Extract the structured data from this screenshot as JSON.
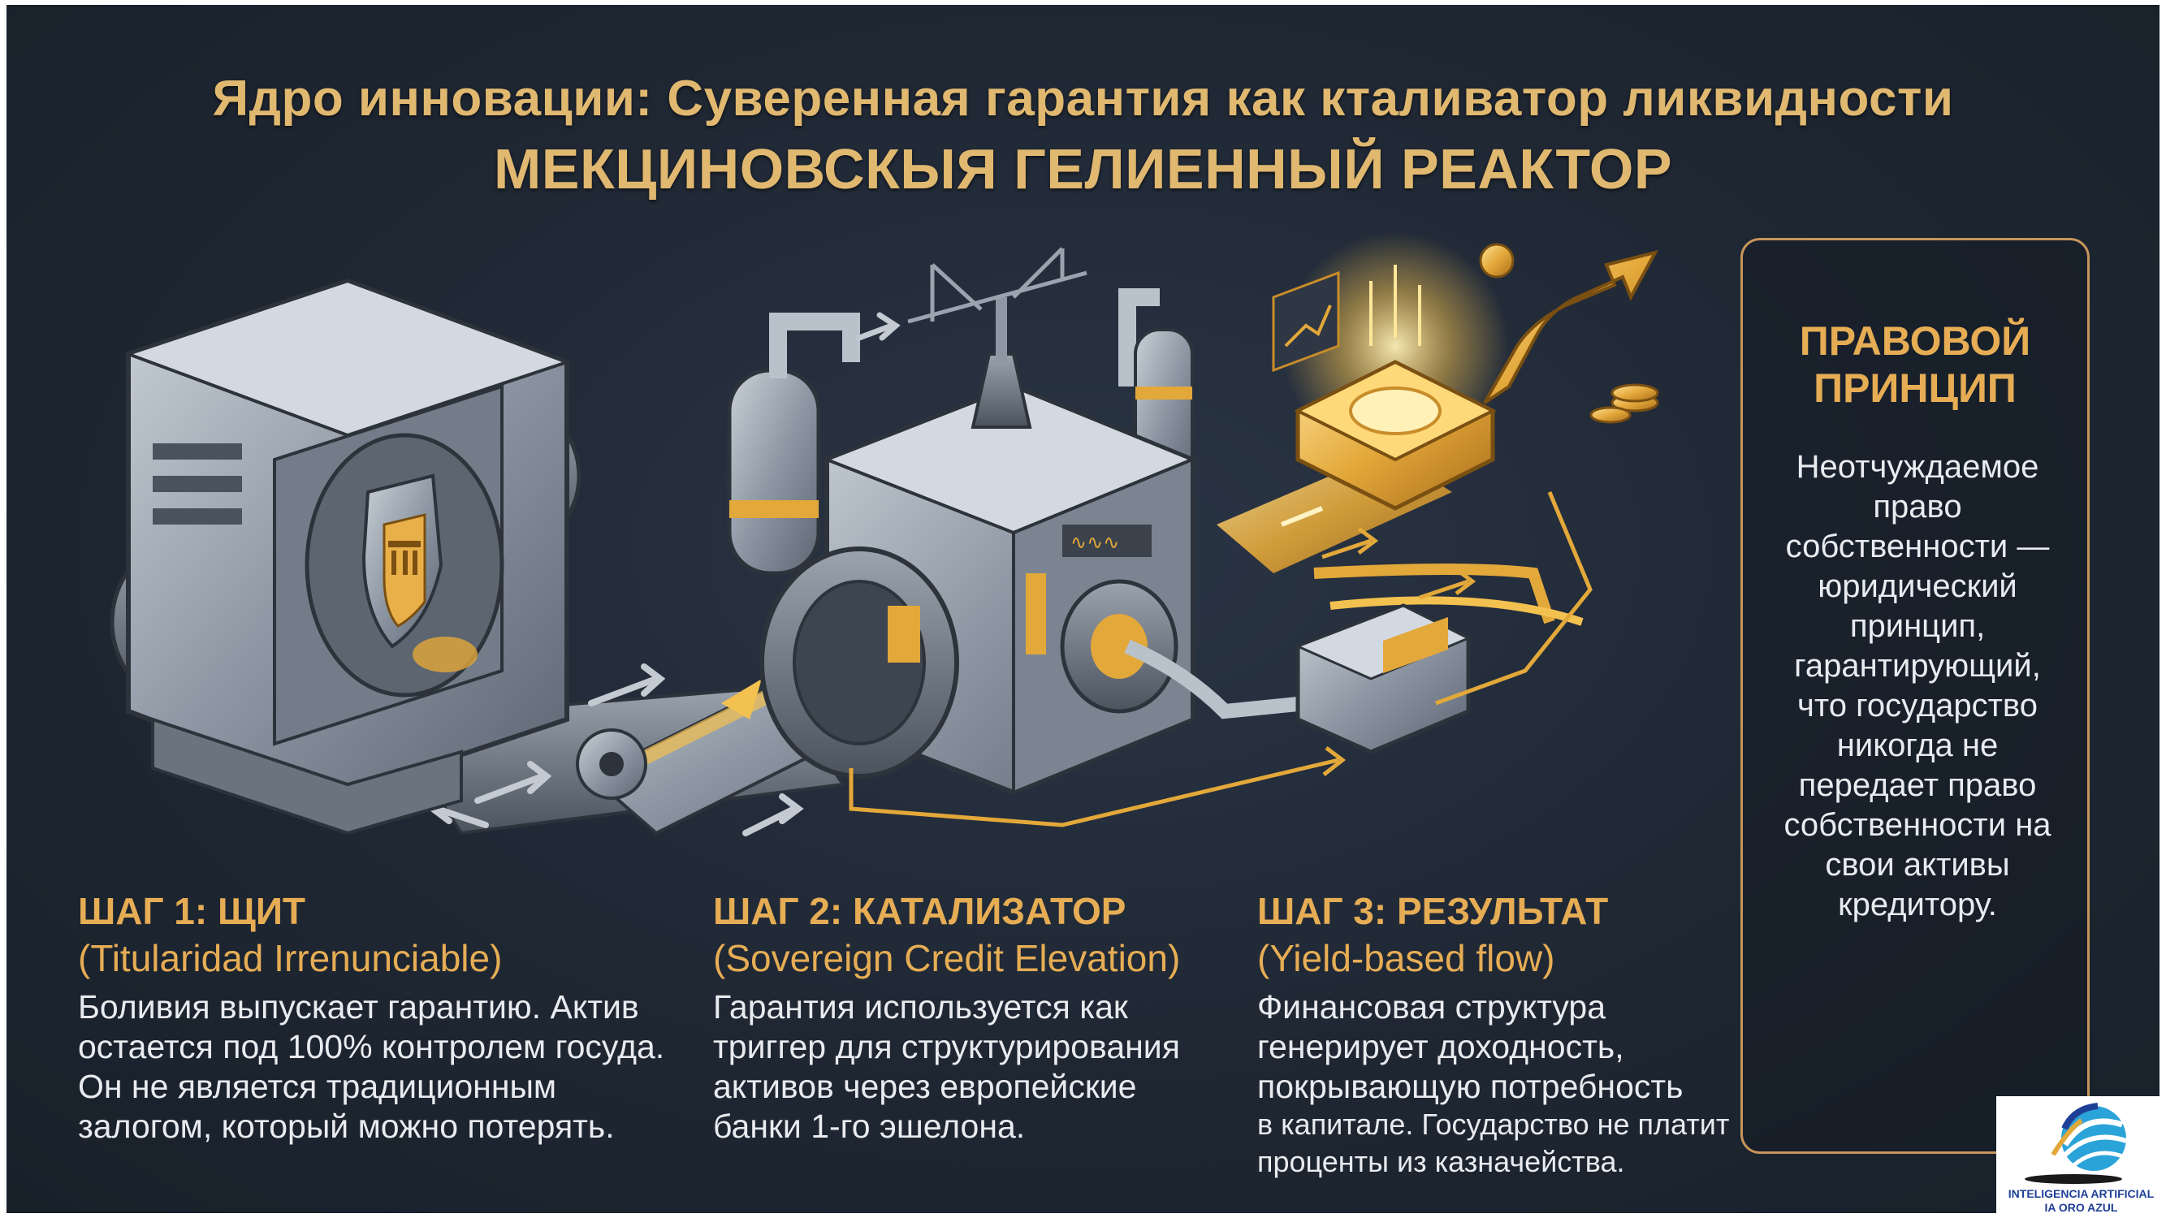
{
  "header": {
    "title": "Ядро инновации: Суверенная гарантия как кталиватор ликвидности",
    "subtitle": "МЕКЦИНОВСКЫЯ ГЕЛИЕННЫЙ РЕАКТОР"
  },
  "steps": [
    {
      "title": "ШАГ 1: ЩИТ",
      "subtitle": "(Titularidad Irrenunciable)",
      "lines": [
        "Боливия выпускает гарантию. Актив",
        "остается под 100% контролем госуда.",
        "Он не является традиционным",
        "залогом, который можно потерять."
      ]
    },
    {
      "title": "ШАГ 2: КАТАЛИЗАТОР",
      "subtitle": "(Sovereign Credit Elevation)",
      "lines": [
        "Гарантия используется как",
        "триггер для структурирования",
        "активов через европейские",
        "банки 1-го эшелона."
      ]
    },
    {
      "title": "ШАГ 3: РЕЗУЛЬТАТ",
      "subtitle": "(Yield-based flow)",
      "lines": [
        "Финансовая структура",
        "генерирует доходность,",
        "покрывающую потребность",
        "в капитале. Государство не платит",
        "проценты из казначейства."
      ]
    }
  ],
  "panel": {
    "title_lines": [
      "ПРАВОВОЙ",
      "ПРИНЦИП"
    ],
    "body_lines": [
      "Неотчуждаемое",
      "право",
      "собственности —",
      "юридический",
      "принцип,",
      "гарантирующий,",
      "что государство",
      "никогда не",
      "передает право",
      "собственности на",
      "свои активы",
      "кредитору."
    ]
  },
  "logo": {
    "line1": "INTELIGENCIA ARTIFICIAL",
    "line2": "IA ORO AZUL"
  },
  "colors": {
    "background": "#1f2733",
    "gold": "#e6ad55",
    "title_gold": "#e0b870",
    "text": "#e8ebef",
    "panel_border": "#c7955a",
    "logo_blue": "#1e3f96"
  },
  "icons": [
    "shield-bank-icon",
    "gear-icon",
    "reactor-icon",
    "bridge-icon",
    "gold-chip-icon",
    "coin-icon",
    "arrow-up-icon"
  ]
}
